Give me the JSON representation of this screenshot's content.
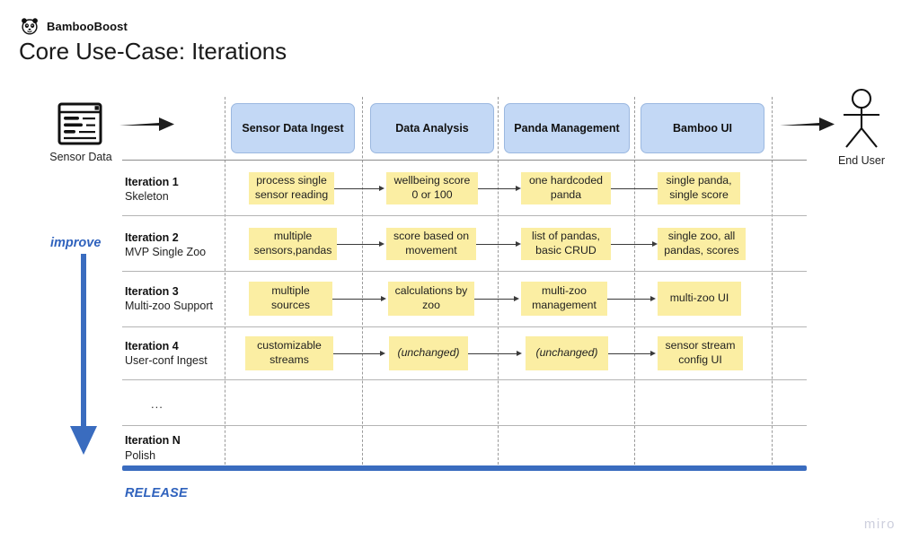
{
  "brand": {
    "name": "BambooBoost",
    "icon": "panda-icon"
  },
  "page": {
    "title": "Core Use-Case: Iterations",
    "watermark": "miro"
  },
  "source": {
    "label": "Sensor Data",
    "icon": "sensor-data-document-icon"
  },
  "actor": {
    "label": "End User",
    "icon": "stick-figure-icon"
  },
  "axis": {
    "improve_label": "improve",
    "release_label": "RELEASE"
  },
  "columns": [
    {
      "label": "Sensor Data Ingest"
    },
    {
      "label": "Data Analysis"
    },
    {
      "label": "Panda Management"
    },
    {
      "label": "Bamboo UI"
    }
  ],
  "rows": [
    {
      "title": "Iteration 1",
      "subtitle": "Skeleton",
      "cells": [
        "process single sensor reading",
        "wellbeing score 0 or 100",
        "one hardcoded panda",
        "single panda, single score"
      ]
    },
    {
      "title": "Iteration 2",
      "subtitle": "MVP Single Zoo",
      "cells": [
        "multiple sensors,pandas",
        "score based on movement",
        "list of pandas, basic CRUD",
        "single zoo, all pandas, scores"
      ]
    },
    {
      "title": "Iteration 3",
      "subtitle": "Multi-zoo Support",
      "cells": [
        "multiple sources",
        "calculations by zoo",
        "multi-zoo management",
        "multi-zoo UI"
      ]
    },
    {
      "title": "Iteration 4",
      "subtitle": "User-conf Ingest",
      "cells": [
        "customizable streams",
        "(unchanged)",
        "(unchanged)",
        "sensor stream config UI"
      ]
    },
    {
      "title": "...",
      "subtitle": "",
      "cells": [
        "",
        "",
        "",
        ""
      ]
    },
    {
      "title": "Iteration N",
      "subtitle": "Polish",
      "cells": [
        "",
        "",
        "",
        ""
      ]
    }
  ],
  "colors": {
    "column_header_fill": "#c3d8f5",
    "card_fill": "#fbeea3",
    "accent_blue": "#3a6cbf",
    "grid_line": "#8c8c8c"
  }
}
